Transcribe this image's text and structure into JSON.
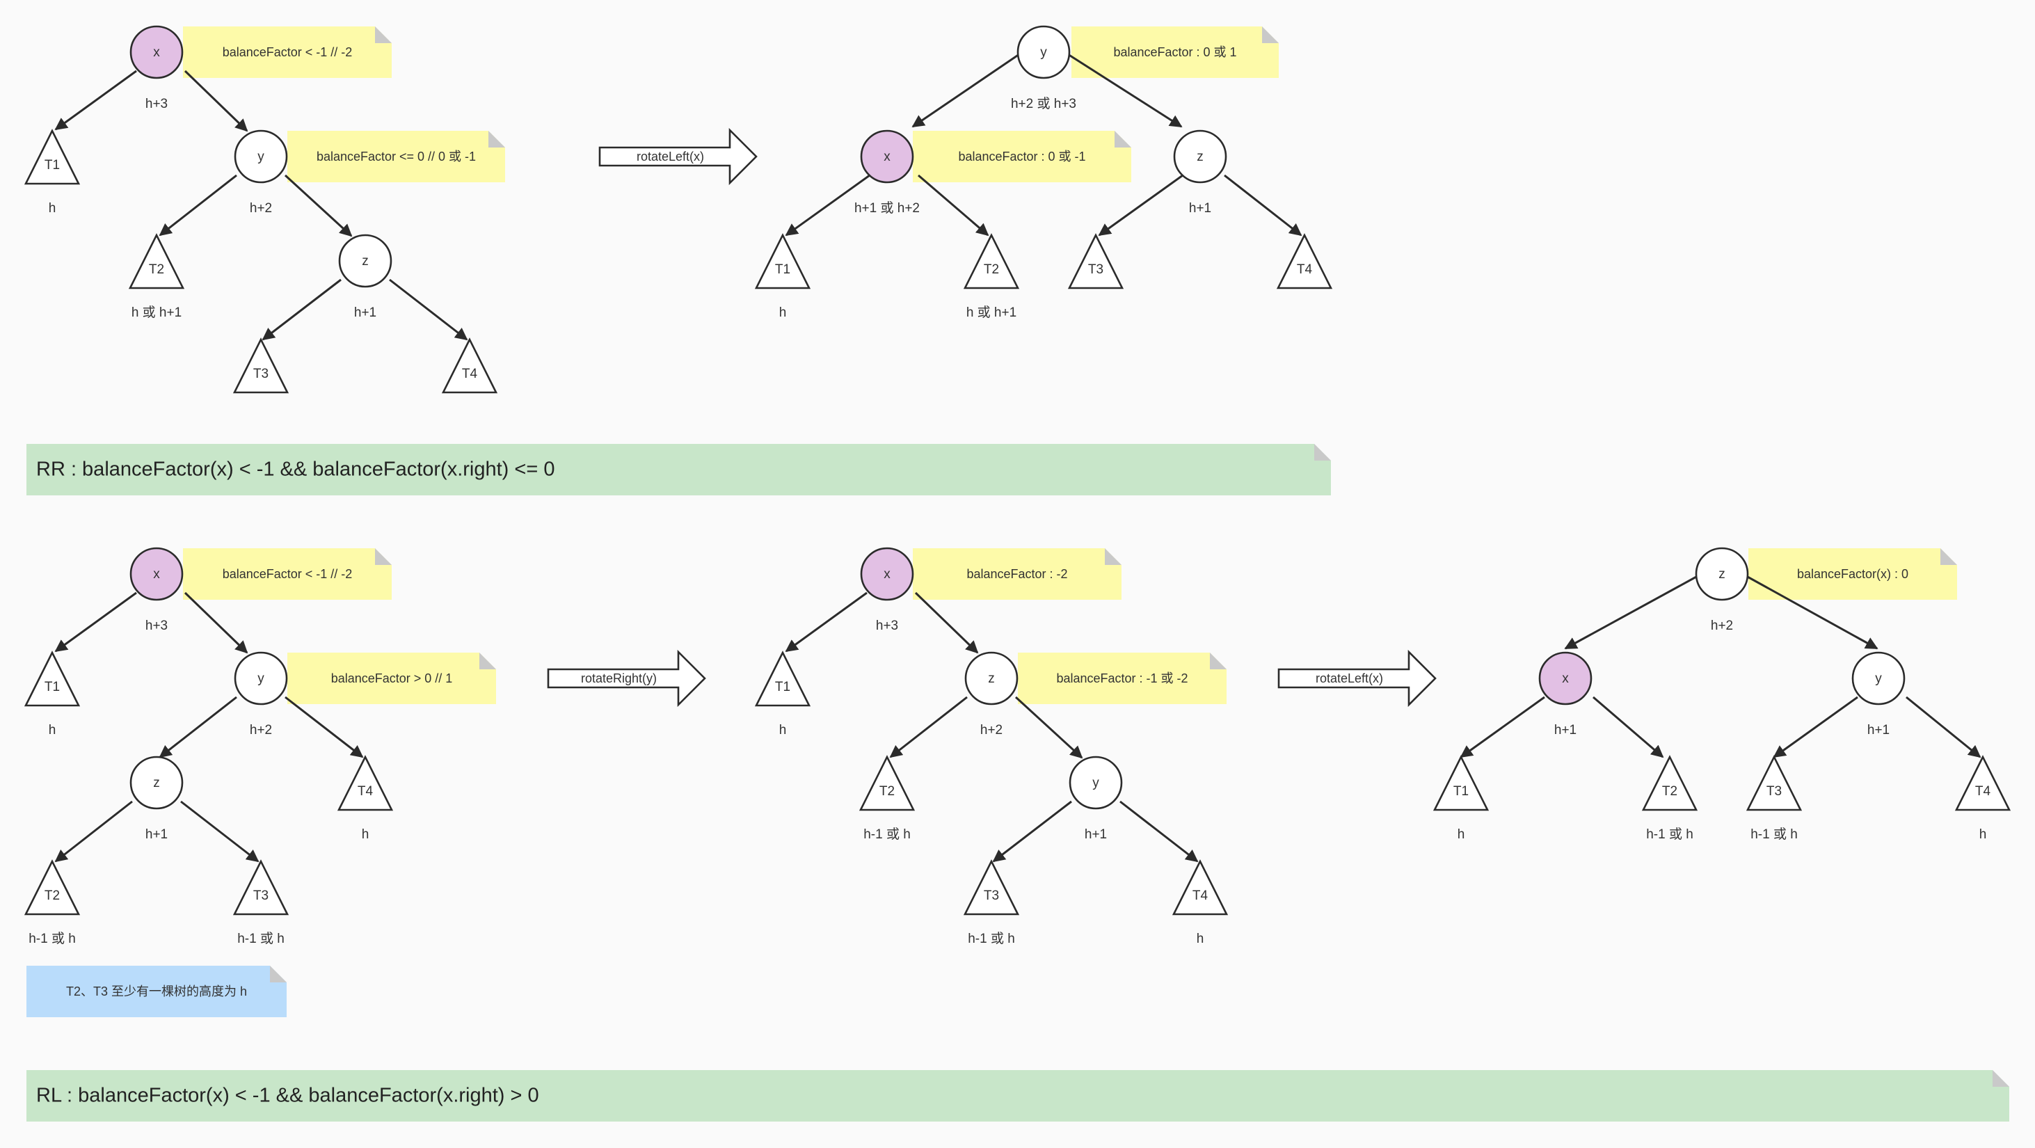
{
  "colors": {
    "background": "#fafafa",
    "node_fill": "#ffffff",
    "node_highlight": "#e2c0e4",
    "note_yellow": "#fdfaa9",
    "banner_green": "#c8e6c9",
    "note_blue": "#b9dcfb",
    "stroke": "#2b2b2b"
  },
  "icons": {
    "arrow": "right-arrow-icon",
    "fold": "note-fold-corner"
  },
  "rr": {
    "before": {
      "x": "x",
      "x_h": "h+3",
      "x_note": "balanceFactor < -1 // -2",
      "t1": "T1",
      "t1_h": "h",
      "y": "y",
      "y_h": "h+2",
      "y_note": "balanceFactor <= 0 // 0 或 -1",
      "t2": "T2",
      "t2_h": "h 或 h+1",
      "z": "z",
      "z_h": "h+1",
      "t3": "T3",
      "t4": "T4"
    },
    "op": "rotateLeft(x)",
    "after": {
      "y": "y",
      "y_h": "h+2 或 h+3",
      "y_note": "balanceFactor : 0 或 1",
      "x": "x",
      "x_h": "h+1 或 h+2",
      "x_note": "balanceFactor : 0 或 -1",
      "z": "z",
      "z_h": "h+1",
      "t1": "T1",
      "t1_h": "h",
      "t2": "T2",
      "t2_h": "h 或 h+1",
      "t3": "T3",
      "t4": "T4"
    },
    "banner": "RR : balanceFactor(x) < -1 && balanceFactor(x.right) <= 0"
  },
  "rl": {
    "before": {
      "x": "x",
      "x_h": "h+3",
      "x_note": "balanceFactor < -1 // -2",
      "t1": "T1",
      "t1_h": "h",
      "y": "y",
      "y_h": "h+2",
      "y_note": "balanceFactor > 0 // 1",
      "t4": "T4",
      "t4_h": "h",
      "z": "z",
      "z_h": "h+1",
      "t2": "T2",
      "t2_h": "h-1 或 h",
      "t3": "T3",
      "t3_h": "h-1 或 h"
    },
    "op1": "rotateRight(y)",
    "mid": {
      "x": "x",
      "x_h": "h+3",
      "x_note": "balanceFactor : -2",
      "t1": "T1",
      "t1_h": "h",
      "z": "z",
      "z_h": "h+2",
      "z_note": "balanceFactor : -1 或 -2",
      "t2": "T2",
      "t2_h": "h-1 或 h",
      "y": "y",
      "y_h": "h+1",
      "t3": "T3",
      "t3_h": "h-1 或 h",
      "t4": "T4",
      "t4_h": "h"
    },
    "op2": "rotateLeft(x)",
    "after": {
      "z": "z",
      "z_h": "h+2",
      "z_note": "balanceFactor(x) : 0",
      "x": "x",
      "x_h": "h+1",
      "y": "y",
      "y_h": "h+1",
      "t1": "T1",
      "t1_h": "h",
      "t2": "T2",
      "t2_h": "h-1 或 h",
      "t3": "T3",
      "t3_h": "h-1 或 h",
      "t4": "T4",
      "t4_h": "h"
    },
    "note": "T2、T3 至少有一棵树的高度为 h",
    "banner": "RL : balanceFactor(x) < -1 && balanceFactor(x.right) > 0"
  }
}
